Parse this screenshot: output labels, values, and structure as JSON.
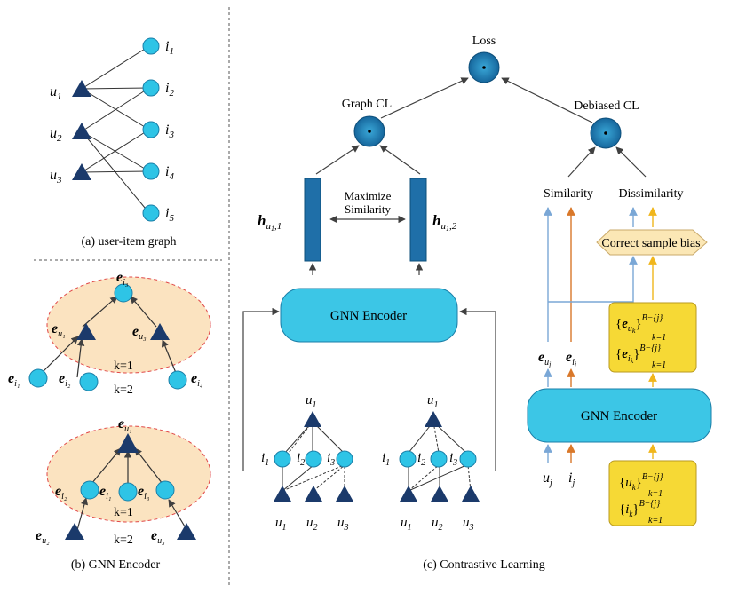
{
  "panels": {
    "a": {
      "caption": "(a) user-item graph",
      "users": [
        {
          "sym": "u",
          "sub": "1"
        },
        {
          "sym": "u",
          "sub": "2"
        },
        {
          "sym": "u",
          "sub": "3"
        }
      ],
      "items": [
        {
          "sym": "i",
          "sub": "1"
        },
        {
          "sym": "i",
          "sub": "2"
        },
        {
          "sym": "i",
          "sub": "3"
        },
        {
          "sym": "i",
          "sub": "4"
        },
        {
          "sym": "i",
          "sub": "5"
        }
      ]
    },
    "b": {
      "caption": "(b) GNN Encoder",
      "k1": "k=1",
      "k2": "k=2",
      "k1_lower": "k=1",
      "k2_lower": "k=2"
    },
    "c": {
      "caption": "(c) Contrastive Learning",
      "loss": "Loss",
      "graph_cl": "Graph CL",
      "debiased_cl": "Debiased CL",
      "maximize": "Maximize",
      "similarity_mid": "Similarity",
      "similarity": "Similarity",
      "dissimilarity": "Dissimilarity",
      "correct_bias": "Correct sample bias",
      "gnn_encoder_left": "GNN Encoder",
      "gnn_encoder_right": "GNN Encoder",
      "h_label": "h",
      "h1_sub": "u",
      "h1_subsub": "1",
      "h1_index": ",1",
      "h2_index": ",2",
      "set_sup": "B−{j}",
      "set_sub": "k=1",
      "uj": "u",
      "ij": "i",
      "j": "j"
    }
  },
  "colors": {
    "node_fill": "#2ec4e6",
    "node_stroke": "#1a7fa8",
    "triangle": "#1b3a6b",
    "loss_node": "#1a7ab3",
    "bar": "#1f6fa8",
    "encoder": "#3cc6e6",
    "hexagon": "#fbe7b5",
    "ellipse": "#fbe3c0",
    "yellow_box": "#f6d935",
    "blue_arrow": "#7aa7d6",
    "orange_arrow": "#d9782a",
    "yellow_arrow": "#f0b61c"
  }
}
